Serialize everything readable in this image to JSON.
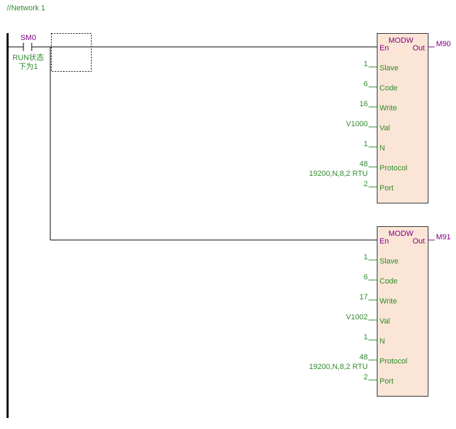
{
  "network": {
    "title": "//Network 1"
  },
  "contact": {
    "name": "SM0",
    "comment_line1": "RUN状态",
    "comment_line2": "下为1"
  },
  "blocks": [
    {
      "name": "MODW",
      "en_label": "En",
      "out_label": "Out",
      "output": "M90",
      "pins": [
        {
          "label": "Slave",
          "value": "1"
        },
        {
          "label": "Code",
          "value": "6"
        },
        {
          "label": "Write",
          "value": "16"
        },
        {
          "label": "Val",
          "value": "V1000"
        },
        {
          "label": "N",
          "value": "1"
        },
        {
          "label": "Protocol",
          "value": "48",
          "note": "19200,N,8,2 RTU"
        },
        {
          "label": "Port",
          "value": "2"
        }
      ]
    },
    {
      "name": "MODW",
      "en_label": "En",
      "out_label": "Out",
      "output": "M91",
      "pins": [
        {
          "label": "Slave",
          "value": "1"
        },
        {
          "label": "Code",
          "value": "6"
        },
        {
          "label": "Write",
          "value": "17"
        },
        {
          "label": "Val",
          "value": "V1002"
        },
        {
          "label": "N",
          "value": "1"
        },
        {
          "label": "Protocol",
          "value": "48",
          "note": "19200,N,8,2 RTU"
        },
        {
          "label": "Port",
          "value": "2"
        }
      ]
    }
  ]
}
